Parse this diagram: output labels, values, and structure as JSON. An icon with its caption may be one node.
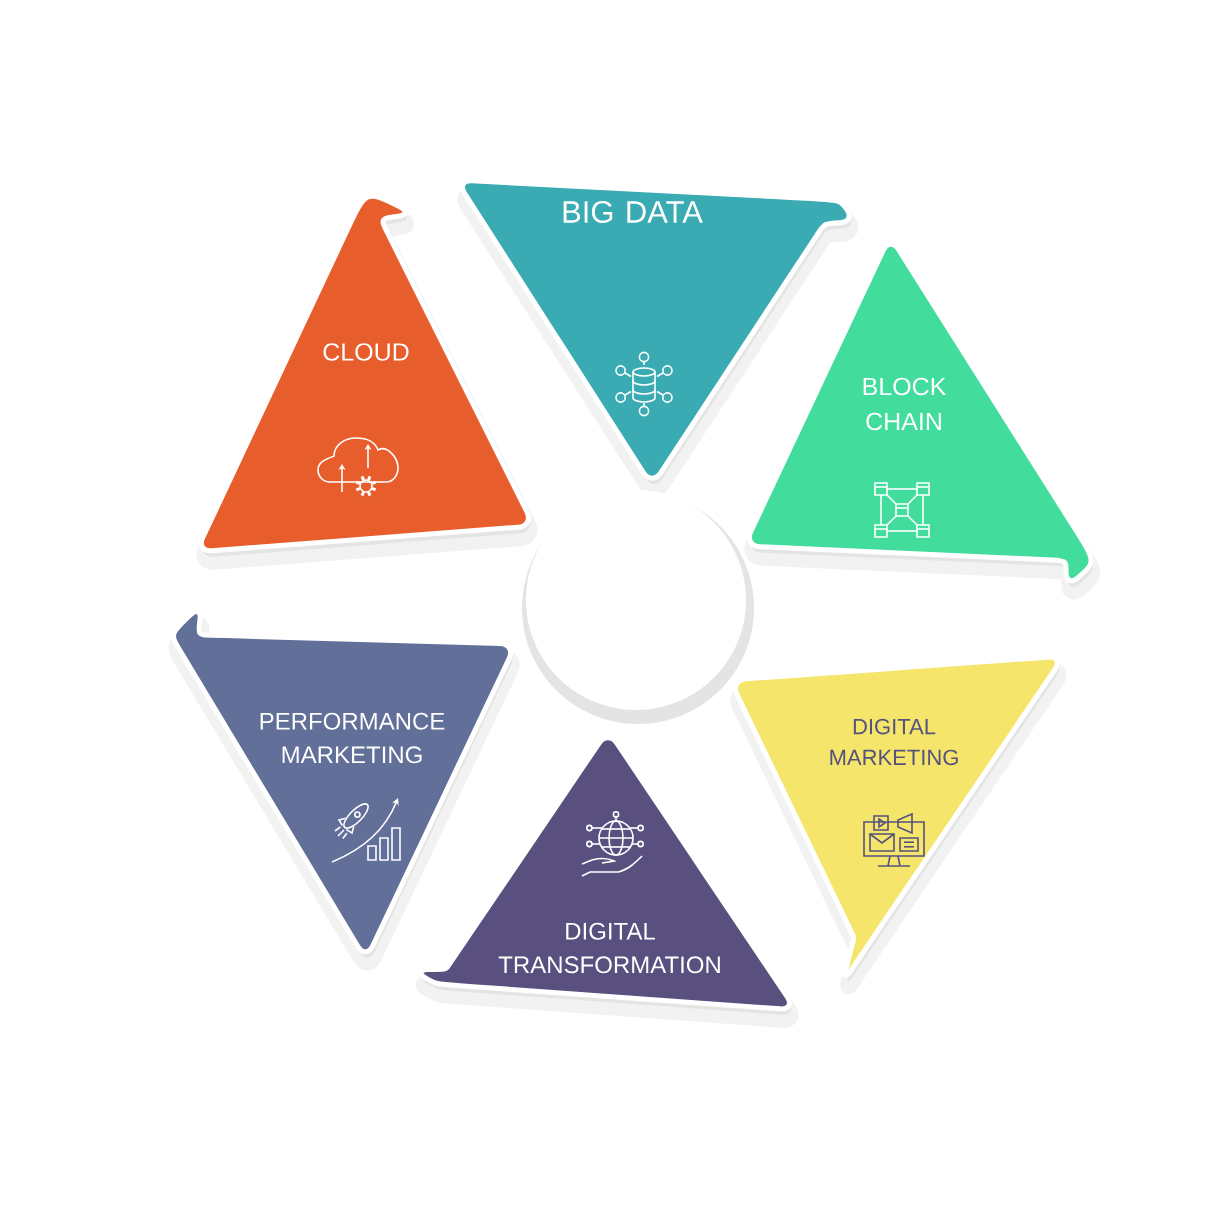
{
  "diagram": {
    "nodes": [
      {
        "text": [
          "CLOUD"
        ]
      },
      {
        "text": [
          "BIG DATA"
        ]
      },
      {
        "text": [
          "BLOCK CHAIN"
        ]
      },
      {
        "text": [
          "PERFORMANCE MARKETING"
        ]
      },
      {
        "text": [
          "DIGITAL TRANSFORMATION"
        ]
      },
      {
        "text": [
          "DIGITAL MARKETING"
        ]
      }
    ]
  }
}
